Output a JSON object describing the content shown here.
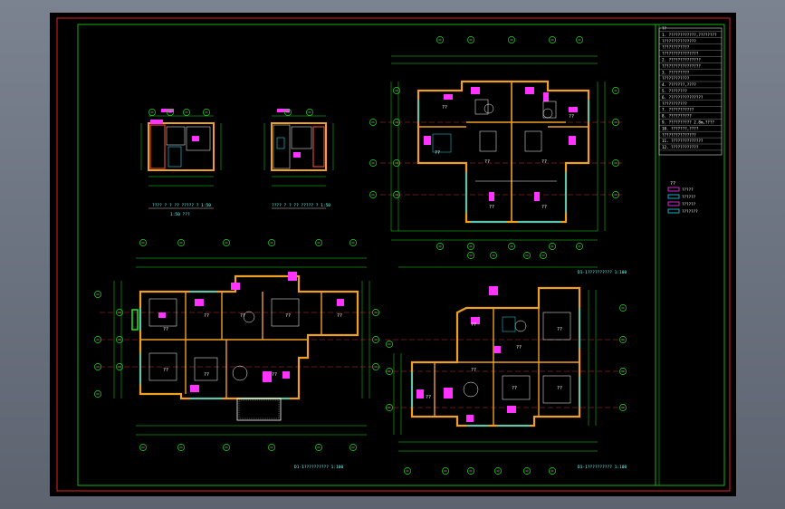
{
  "colors": {
    "canvas": "#000000",
    "outer_frame": "#e02020",
    "inner_frame": "#18e018",
    "wall": "#f0a020",
    "wall_alt": "#ff5533",
    "window": "#26d4e8",
    "fixture": "#ff33ff",
    "axis": "#ffffff",
    "dimension": "#18e018",
    "grid_line": "#ff4040"
  },
  "title_block": {
    "notes": [
      "??",
      "1. ????????????,????????",
      "???????????????",
      "????????????",
      "????????????????",
      "2. ??????????????",
      "?????????????????",
      "3. ?????????",
      "????????????",
      "4. ???????,????",
      "5. ????????",
      "6. ???????????????",
      "???????????",
      "7. ???????????",
      "8. ??????????",
      "9. ?????????? 2.8m,????",
      "10. ???????,????",
      "???????????????",
      "11. ??????????????",
      "12. ????????????"
    ],
    "legend_title": "??",
    "legend": [
      {
        "label": "?????",
        "color": "#ff33ff"
      },
      {
        "label": "??????",
        "color": "#26d4e8"
      },
      {
        "label": "??????",
        "color": "#ff33ff"
      },
      {
        "label": "???????",
        "color": "#26d4e8"
      }
    ]
  },
  "plans": [
    {
      "id": "small-left",
      "caption": "???? ? ? ?? ????? ? 1:50",
      "sub": "1:50 ???"
    },
    {
      "id": "small-mid",
      "caption": "???? ? ? ?? ????? ? 1:50"
    },
    {
      "id": "top-right",
      "caption": "D1-1?????????? 1:100"
    },
    {
      "id": "bottom-left",
      "caption": "D1-1?????????? 1:100"
    },
    {
      "id": "bottom-right",
      "caption": "D1-1?????????? 1:100"
    }
  ],
  "room_label": "??"
}
